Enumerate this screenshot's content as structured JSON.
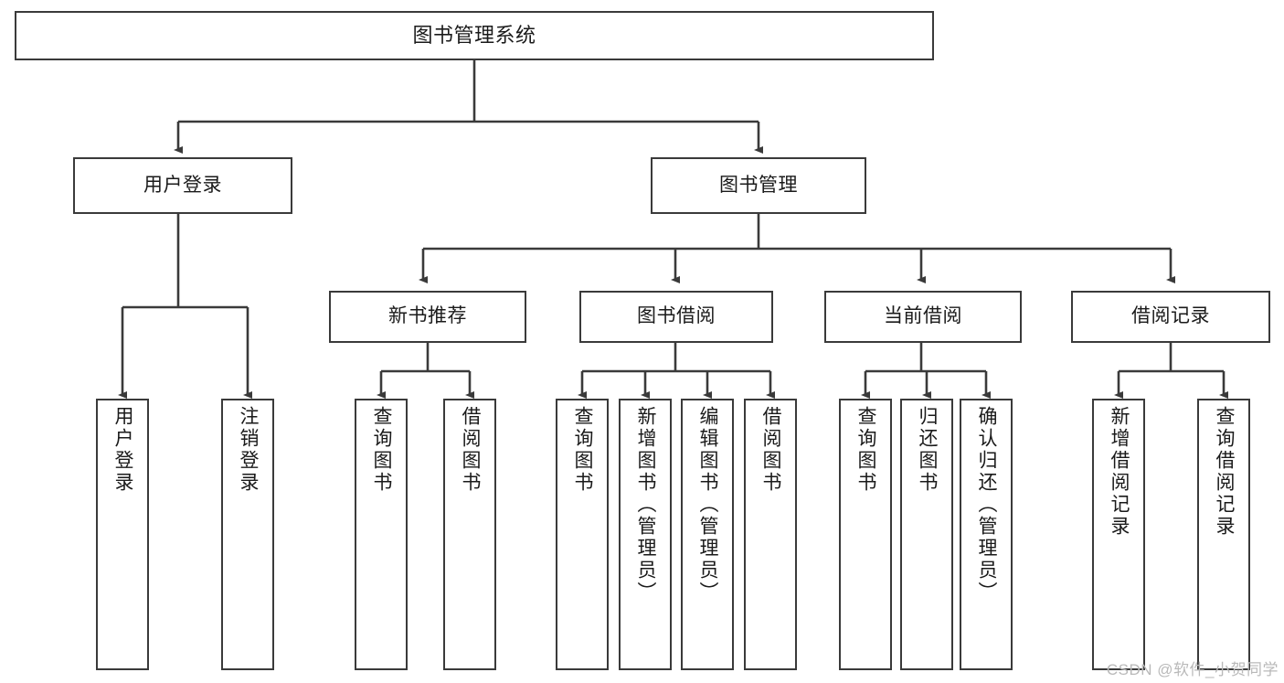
{
  "diagram": {
    "title": "图书管理系统",
    "type": "tree-hierarchy",
    "watermark": "CSDN @软件_小贺同学",
    "colors": {
      "stroke": "#3a3a3a",
      "fill": "#ffffff",
      "text": "#1a1a1a",
      "watermark": "#b9b9b9"
    },
    "levels": {
      "root": {
        "label": "图书管理系统"
      },
      "level2": [
        {
          "label": "用户登录"
        },
        {
          "label": "图书管理"
        }
      ],
      "level3": [
        {
          "label": "新书推荐"
        },
        {
          "label": "图书借阅"
        },
        {
          "label": "当前借阅"
        },
        {
          "label": "借阅记录"
        }
      ],
      "leaves_user_login": [
        {
          "label": "用户登录"
        },
        {
          "label": "注销登录"
        }
      ],
      "leaves_new_book": [
        {
          "label": "查询图书"
        },
        {
          "label": "借阅图书"
        }
      ],
      "leaves_borrow": [
        {
          "label": "查询图书"
        },
        {
          "label": "新增图书（管理员）"
        },
        {
          "label": "编辑图书（管理员）"
        },
        {
          "label": "借阅图书"
        }
      ],
      "leaves_current": [
        {
          "label": "查询图书"
        },
        {
          "label": "归还图书"
        },
        {
          "label": "确认归还（管理员）"
        }
      ],
      "leaves_records": [
        {
          "label": "新增借阅记录"
        },
        {
          "label": "查询借阅记录"
        }
      ]
    }
  }
}
